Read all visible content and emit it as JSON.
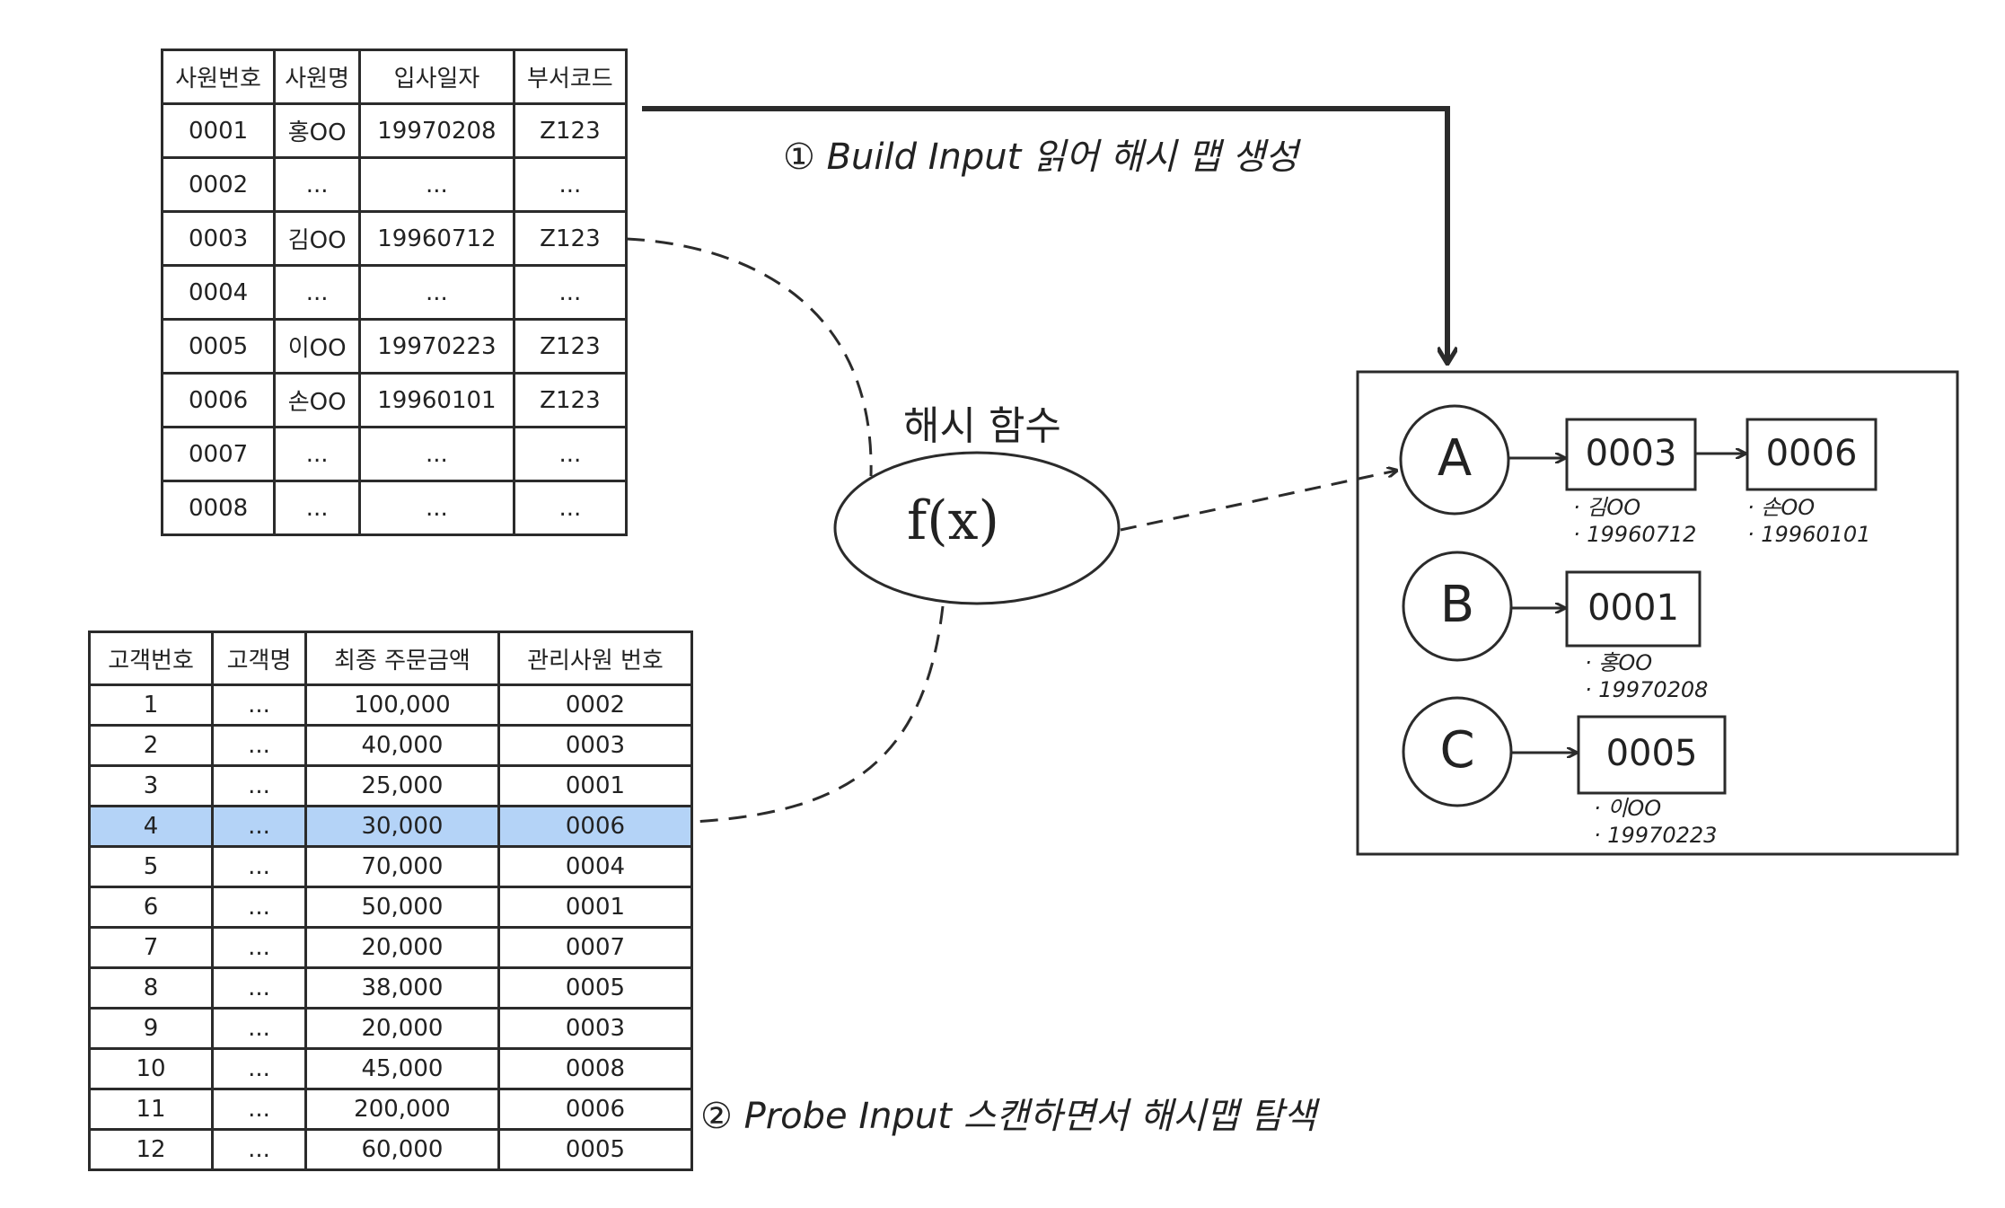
{
  "employee_table": {
    "headers": [
      "사원번호",
      "사원명",
      "입사일자",
      "부서코드"
    ],
    "rows": [
      [
        "0001",
        "홍OO",
        "19970208",
        "Z123"
      ],
      [
        "0002",
        "...",
        "...",
        "..."
      ],
      [
        "0003",
        "김OO",
        "19960712",
        "Z123"
      ],
      [
        "0004",
        "...",
        "...",
        "..."
      ],
      [
        "0005",
        "이OO",
        "19970223",
        "Z123"
      ],
      [
        "0006",
        "손OO",
        "19960101",
        "Z123"
      ],
      [
        "0007",
        "...",
        "...",
        "..."
      ],
      [
        "0008",
        "...",
        "...",
        "..."
      ]
    ]
  },
  "customer_table": {
    "headers": [
      "고객번호",
      "고객명",
      "최종 주문금액",
      "관리사원 번호"
    ],
    "rows": [
      [
        "1",
        "...",
        "100,000",
        "0002"
      ],
      [
        "2",
        "...",
        "40,000",
        "0003"
      ],
      [
        "3",
        "...",
        "25,000",
        "0001"
      ],
      [
        "4",
        "...",
        "30,000",
        "0006"
      ],
      [
        "5",
        "...",
        "70,000",
        "0004"
      ],
      [
        "6",
        "...",
        "50,000",
        "0001"
      ],
      [
        "7",
        "...",
        "20,000",
        "0007"
      ],
      [
        "8",
        "...",
        "38,000",
        "0005"
      ],
      [
        "9",
        "...",
        "20,000",
        "0003"
      ],
      [
        "10",
        "...",
        "45,000",
        "0008"
      ],
      [
        "11",
        "...",
        "200,000",
        "0006"
      ],
      [
        "12",
        "...",
        "60,000",
        "0005"
      ]
    ],
    "highlight_row_index": 3,
    "highlight_color": "#b4d3f7"
  },
  "hash_function": {
    "title": "해시 함수",
    "expression": "f(x)"
  },
  "labels": {
    "build": "① Build Input 읽어 해시 맵 생성",
    "probe": "② Probe Input 스캔하면서 해시맵 탐색"
  },
  "hash_map": {
    "buckets": [
      {
        "key": "A",
        "entries": [
          {
            "id": "0003",
            "name": "· 김OO",
            "date": "· 19960712"
          },
          {
            "id": "0006",
            "name": "· 손OO",
            "date": "· 19960101"
          }
        ]
      },
      {
        "key": "B",
        "entries": [
          {
            "id": "0001",
            "name": "· 홍OO",
            "date": "· 19970208"
          }
        ]
      },
      {
        "key": "C",
        "entries": [
          {
            "id": "0005",
            "name": "· 이OO",
            "date": "· 19970223"
          }
        ]
      }
    ]
  }
}
